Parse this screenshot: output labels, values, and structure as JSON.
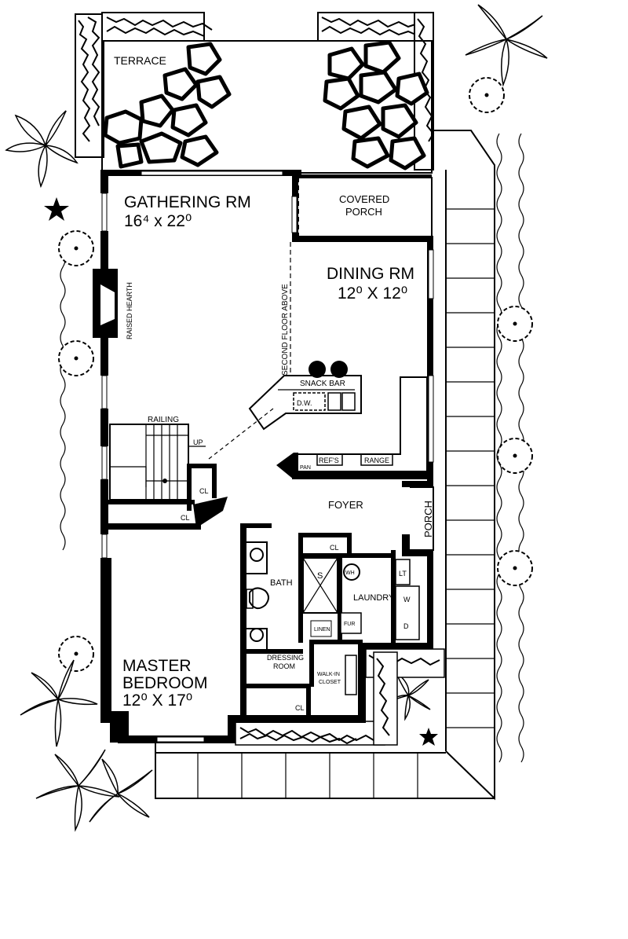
{
  "plan": {
    "rooms": {
      "terrace": "TERRACE",
      "gathering": {
        "name": "GATHERING RM",
        "size": "16⁴ x 22⁰"
      },
      "covered_porch": {
        "line1": "COVERED",
        "line2": "PORCH"
      },
      "dining": {
        "name": "DINING RM",
        "size": "12⁰ X 12⁰"
      },
      "master": {
        "line1": "MASTER",
        "line2": "BEDROOM",
        "size": "12⁰ X 17⁰"
      },
      "foyer": "FOYER",
      "porch": "PORCH",
      "bath": "BATH",
      "laundry": "LAUNDRY",
      "dressing": {
        "line1": "DRESSING",
        "line2": "ROOM"
      },
      "walkin": {
        "line1": "WALK-IN",
        "line2": "CLOSET"
      }
    },
    "fixtures": {
      "raised_hearth": "RAISED HEARTH",
      "second_floor_above": "SECOND FLOOR ABOVE",
      "snack_bar": "SNACK BAR",
      "dw": "D.W.",
      "refs": "REF'S",
      "range": "RANGE",
      "pantry": "PAN",
      "railing": "RAILING",
      "up": "UP",
      "closet": "CL",
      "shower": "S",
      "wh": "WH",
      "fur": "FUR",
      "linen": "LINEN",
      "lt": "LT",
      "washer": "W",
      "dryer": "D"
    }
  }
}
